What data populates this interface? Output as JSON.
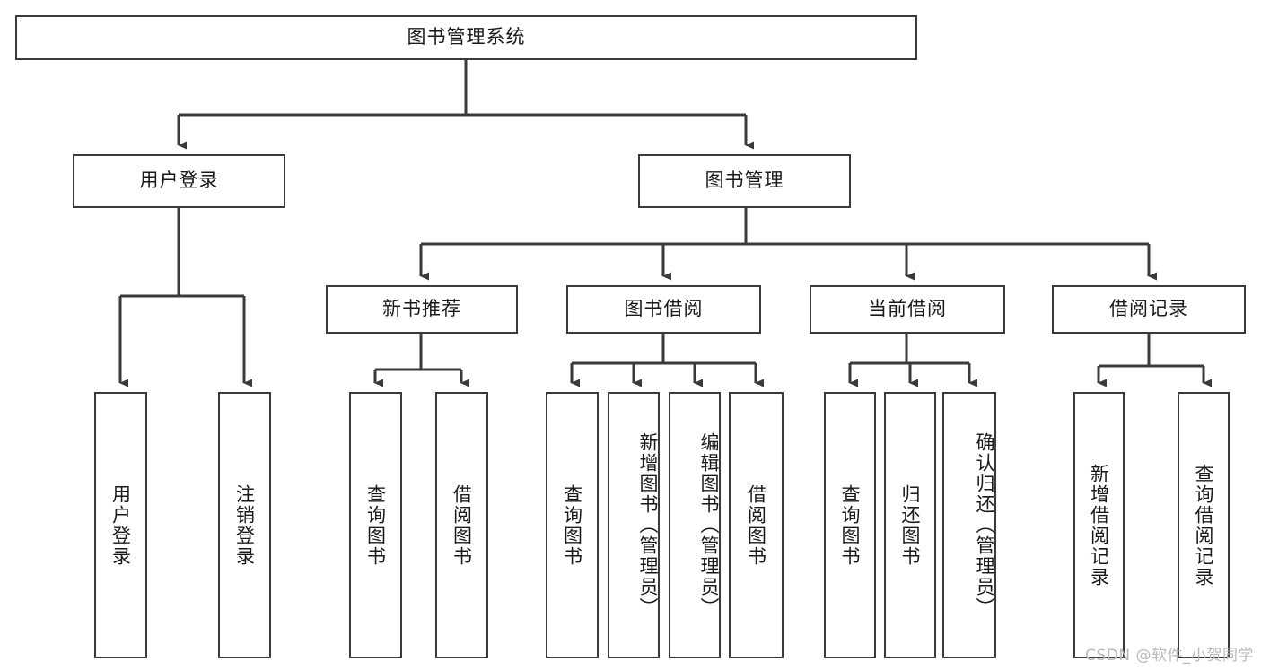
{
  "diagram": {
    "title": "图书管理系统",
    "watermark": "CSDN @软件_小贺同学",
    "stroke_color": "#3a3a3a",
    "background_color": "#ffffff",
    "text_color": "#1a1a1a",
    "watermark_color": "#b9b9b9",
    "levels": {
      "root": {
        "label": "图书管理系统"
      },
      "level2": [
        {
          "id": "user-login",
          "label": "用户登录"
        },
        {
          "id": "book-manage",
          "label": "图书管理"
        }
      ],
      "level3": [
        {
          "id": "new-book-recommend",
          "label": "新书推荐"
        },
        {
          "id": "book-borrow",
          "label": "图书借阅"
        },
        {
          "id": "current-borrow",
          "label": "当前借阅"
        },
        {
          "id": "borrow-record",
          "label": "借阅记录"
        }
      ],
      "leaves": {
        "user_login": [
          {
            "id": "leaf-user-login",
            "label": "用户登录"
          },
          {
            "id": "leaf-logout-login",
            "label": "注销登录"
          }
        ],
        "new_book_recommend": [
          {
            "id": "leaf-query-book-1",
            "label": "查询图书"
          },
          {
            "id": "leaf-borrow-book-1",
            "label": "借阅图书"
          }
        ],
        "book_borrow": [
          {
            "id": "leaf-query-book-2",
            "label": "查询图书"
          },
          {
            "id": "leaf-add-book-admin",
            "label": "新增图书（管理员）"
          },
          {
            "id": "leaf-edit-book-admin",
            "label": "编辑图书（管理员）"
          },
          {
            "id": "leaf-borrow-book-2",
            "label": "借阅图书"
          }
        ],
        "current_borrow": [
          {
            "id": "leaf-query-book-3",
            "label": "查询图书"
          },
          {
            "id": "leaf-return-book",
            "label": "归还图书"
          },
          {
            "id": "leaf-confirm-return-admin",
            "label": "确认归还（管理员）"
          }
        ],
        "borrow_record": [
          {
            "id": "leaf-add-borrow-record",
            "label": "新增借阅记录"
          },
          {
            "id": "leaf-query-borrow-record",
            "label": "查询借阅记录"
          }
        ]
      }
    }
  }
}
